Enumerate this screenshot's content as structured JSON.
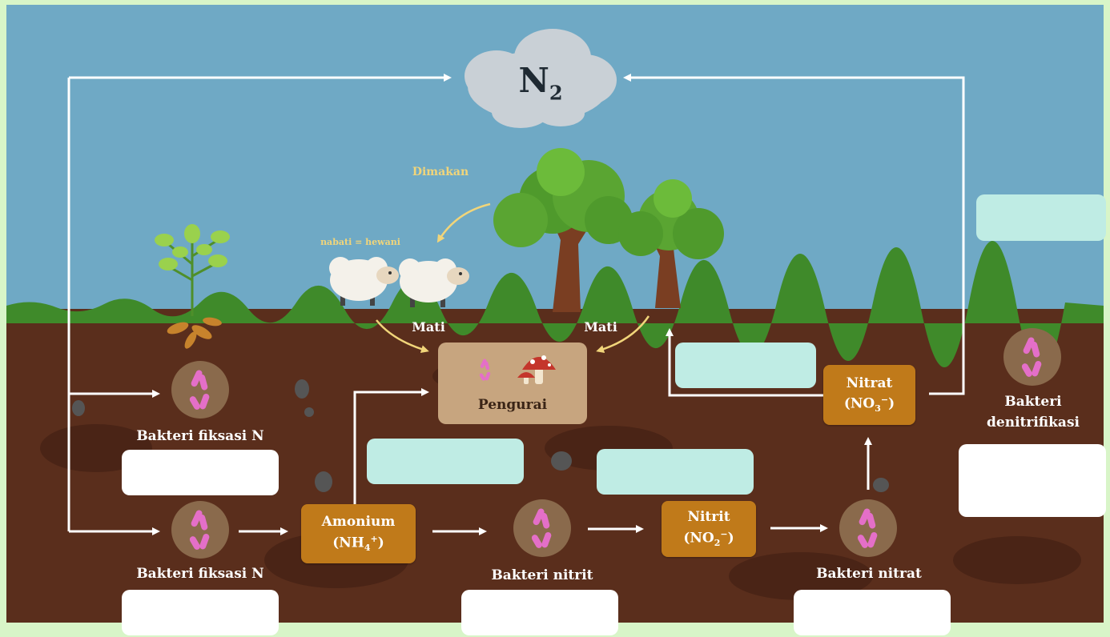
{
  "gas": {
    "label_main": "N",
    "label_sub": "2"
  },
  "arrows_text": {
    "eaten": "Dimakan",
    "herbivore": "nabati = hewani",
    "died_left": "Mati",
    "died_right": "Mati"
  },
  "decomposer": {
    "label": "Pengurai"
  },
  "bacteria": {
    "fixation_upper": "Bakteri fiksasi N",
    "fixation_lower": "Bakteri fiksasi N",
    "nitrite": "Bakteri nitrit",
    "nitrate": "Bakteri nitrat",
    "denitrification_line1": "Bakteri",
    "denitrification_line2": "denitrifikasi"
  },
  "compounds": {
    "ammonium_name": "Amonium",
    "ammonium_formula": "(NH",
    "ammonium_sub": "4",
    "ammonium_sup": "+",
    "ammonium_close": ")",
    "nitrite_name": "Nitrit",
    "nitrite_formula": "(NO",
    "nitrite_sub": "2",
    "nitrite_sup": "−",
    "nitrite_close": ")",
    "nitrate_name": "Nitrat",
    "nitrate_formula": "(NO",
    "nitrate_sub": "3",
    "nitrate_sup": "−",
    "nitrate_close": ")"
  },
  "colors": {
    "sky": "#6fa9c5",
    "soil": "#5a2e1c",
    "grass": "#3f8a2a",
    "compound_box": "#c07a1a",
    "decomposer_box": "#c7a57f",
    "answer_white": "#ffffff",
    "answer_mint": "#bfece4",
    "arrow": "#ffffff",
    "arrow_yellow": "#f1d57a"
  },
  "icons": [
    "cloud-icon",
    "bacteria-icon",
    "mushroom-icon",
    "tree-icon",
    "sheep-icon",
    "peanut-plant-icon"
  ]
}
